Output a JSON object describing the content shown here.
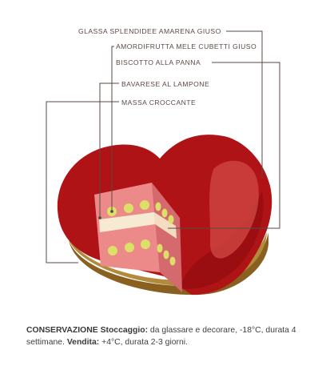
{
  "labels": {
    "glassa": "GLASSA SPLENDIDEE AMARENA GIUSO",
    "amordifrutta": "AMORDIFRUTTA MELE CUBETTI GIUSO",
    "biscotto": "BISCOTTO ALLA PANNA",
    "bavarese": "BAVARESE AL LAMPONE",
    "massa": "MASSA CROCCANTE"
  },
  "storage": {
    "heading": "CONSERVAZIONE Stoccaggio:",
    "stoccaggio_text": " da glassare e decorare, -18°C, durata 4 settimane. ",
    "vendita_label": "Vendita:",
    "vendita_text": " +4°C, durata 2-3 giorni."
  },
  "colors": {
    "glaze": "#b01316",
    "glaze_dark": "#8e0c10",
    "highlight": "#d04a44",
    "bavarese": "#ec8a8a",
    "bavarese_side": "#d46a6e",
    "apple": "#dde067",
    "biscuit": "#f7ead2",
    "base_top": "#b38a3a",
    "base_side": "#8a6020",
    "leader": "#5a4a45"
  }
}
